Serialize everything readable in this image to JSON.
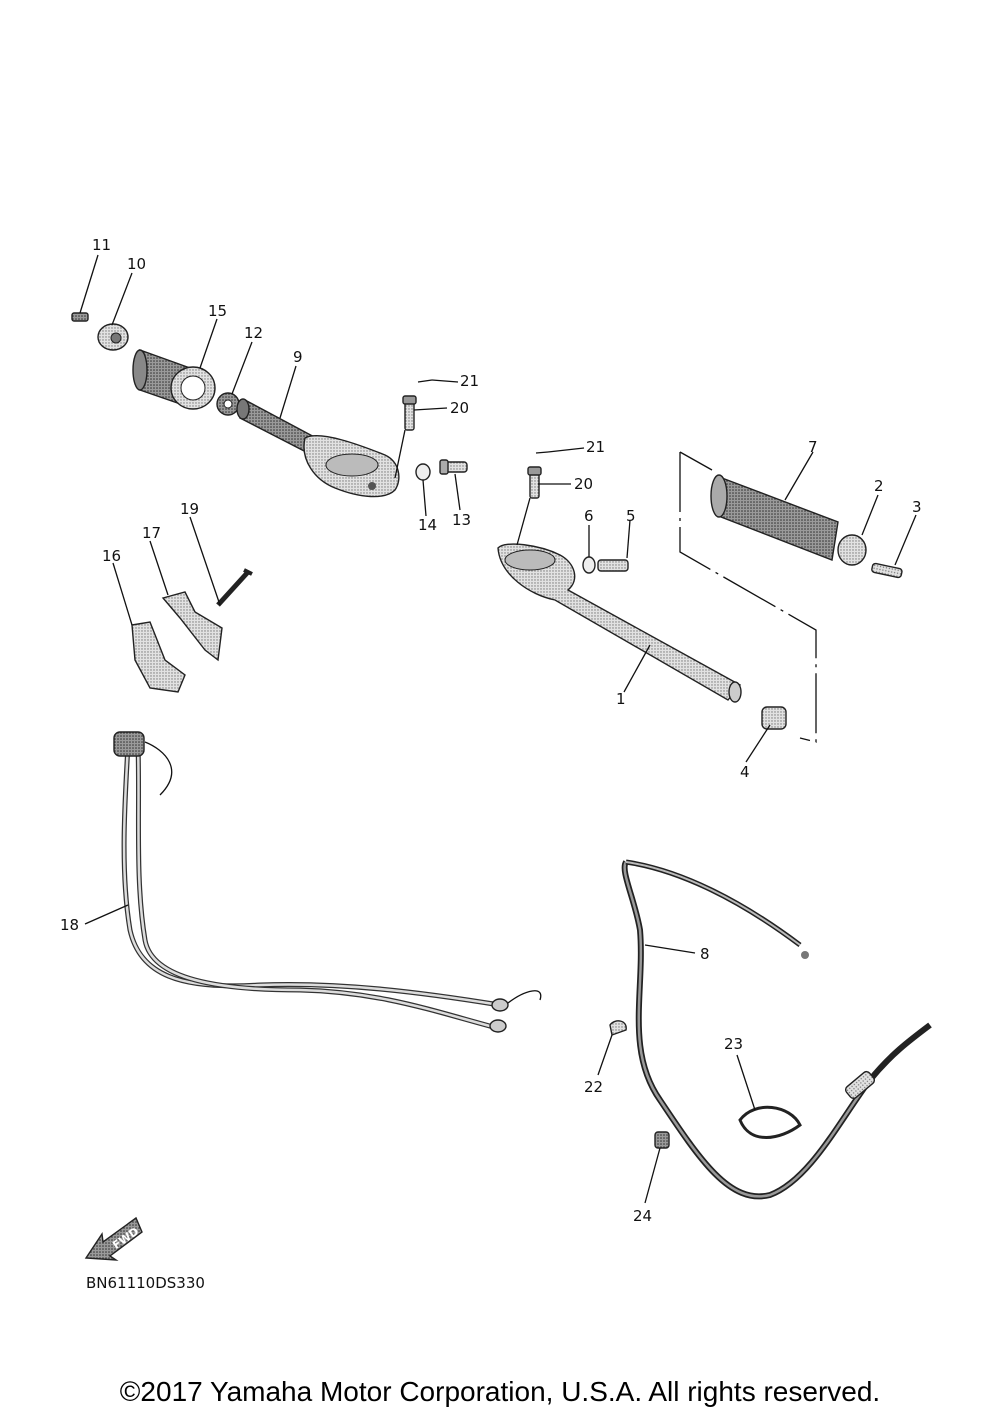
{
  "diagram": {
    "callouts": [
      {
        "id": "c1",
        "label": "1"
      },
      {
        "id": "c2",
        "label": "2"
      },
      {
        "id": "c3",
        "label": "3"
      },
      {
        "id": "c4",
        "label": "4"
      },
      {
        "id": "c5",
        "label": "5"
      },
      {
        "id": "c6",
        "label": "6"
      },
      {
        "id": "c7",
        "label": "7"
      },
      {
        "id": "c8",
        "label": "8"
      },
      {
        "id": "c9",
        "label": "9"
      },
      {
        "id": "c10",
        "label": "10"
      },
      {
        "id": "c11",
        "label": "11"
      },
      {
        "id": "c12",
        "label": "12"
      },
      {
        "id": "c13",
        "label": "13"
      },
      {
        "id": "c14",
        "label": "14"
      },
      {
        "id": "c15",
        "label": "15"
      },
      {
        "id": "c16",
        "label": "16"
      },
      {
        "id": "c17",
        "label": "17"
      },
      {
        "id": "c18",
        "label": "18"
      },
      {
        "id": "c19",
        "label": "19"
      },
      {
        "id": "c20a",
        "label": "20"
      },
      {
        "id": "c20b",
        "label": "20"
      },
      {
        "id": "c21a",
        "label": "21"
      },
      {
        "id": "c21b",
        "label": "21"
      },
      {
        "id": "c22",
        "label": "22"
      },
      {
        "id": "c23",
        "label": "23"
      },
      {
        "id": "c24",
        "label": "24"
      }
    ],
    "fwd_label": "FWD",
    "drawing_code": "BN61110DS330"
  },
  "footer": {
    "copyright": "©2017 Yamaha Motor Corporation, U.S.A. All rights reserved."
  },
  "colors": {
    "part_fill": "#d9d9d9",
    "part_dark": "#8a8a8a",
    "grip_fill": "#9c9c9c",
    "line": "#111111"
  }
}
